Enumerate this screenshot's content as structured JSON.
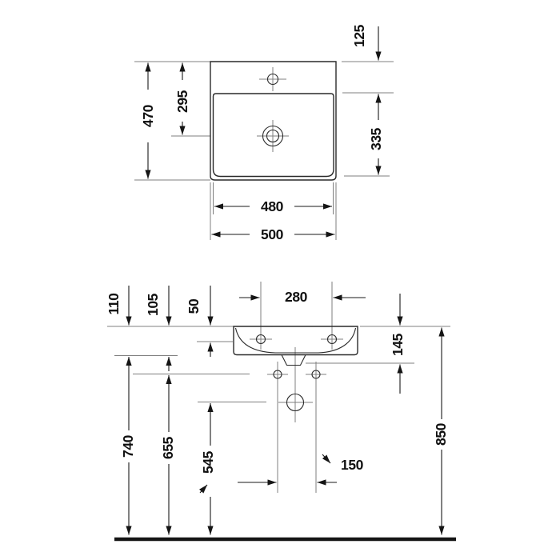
{
  "drawing": {
    "kind": "washbasin-technical-drawing",
    "views": [
      "plan",
      "front-elevation"
    ],
    "colors": {
      "background": "#ffffff",
      "object_line": "#2a2a2a",
      "dimension_line": "#7f7f7f",
      "text": "#111111"
    }
  },
  "plan": {
    "dim_125": "125",
    "dim_470": "470",
    "dim_295": "295",
    "dim_335": "335",
    "dim_480": "480",
    "dim_500": "500"
  },
  "front": {
    "dim_110": "110",
    "dim_105": "105",
    "dim_50": "50",
    "dim_280": "280",
    "dim_145": "145",
    "dim_740": "740",
    "dim_655": "655",
    "dim_545": "545",
    "dim_150": "150",
    "dim_850": "850"
  }
}
